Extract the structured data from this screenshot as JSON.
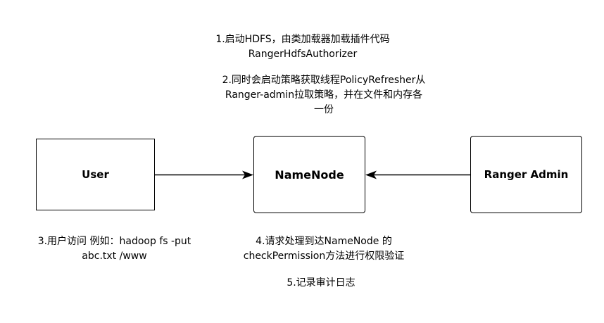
{
  "notes": {
    "note1": "1.启动HDFS，由类加载器加载插件代码\nRangerHdfsAuthorizer",
    "note2": "2.同时会启动策略获取线程PolicyRefresher从\nRanger-admin拉取策略，并在文件和内存各\n一份",
    "note3": "3.用户访问 例如：hadoop fs -put\nabc.txt /www",
    "note4": "4.请求处理到达NameNode 的\ncheckPermission方法进行权限验证",
    "note5": "5.记录审计日志"
  },
  "nodes": {
    "user": "User",
    "namenode": "NameNode",
    "ranger_admin": "Ranger Admin"
  },
  "colors": {
    "stroke": "#000000",
    "background": "#ffffff"
  }
}
